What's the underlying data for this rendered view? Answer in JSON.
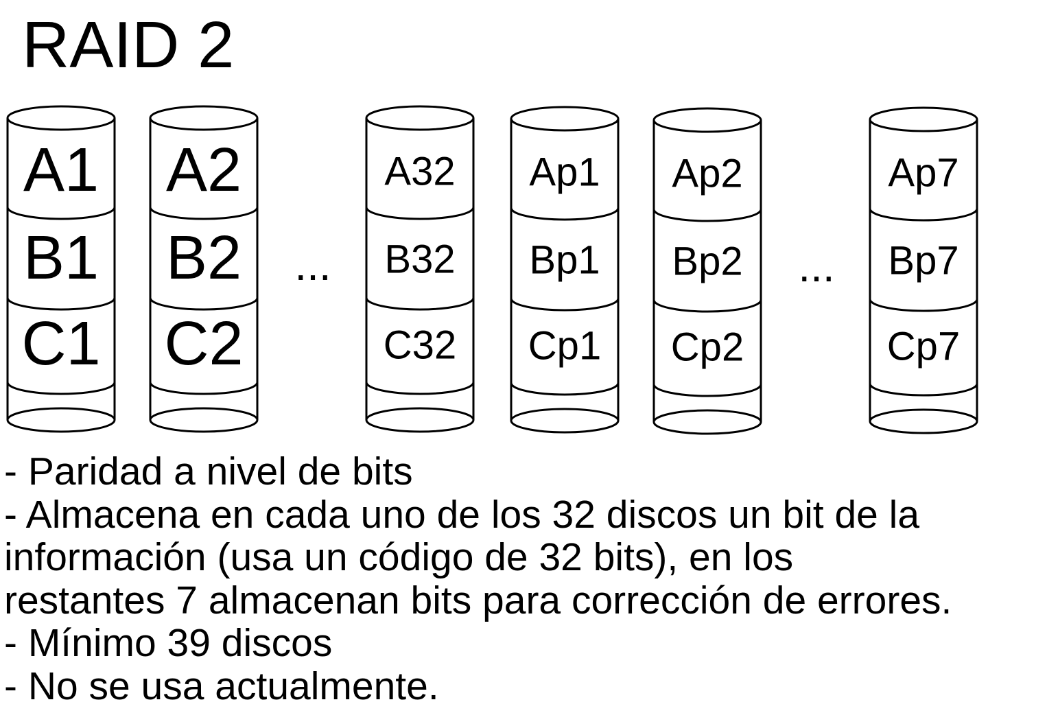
{
  "title": "RAID 2",
  "disks": [
    {
      "label": "disk-1",
      "cells": [
        "A1",
        "B1",
        "C1"
      ],
      "size": "large"
    },
    {
      "label": "disk-2",
      "cells": [
        "A2",
        "B2",
        "C2"
      ],
      "size": "large"
    },
    {
      "label": "disk-32",
      "cells": [
        "A32",
        "B32",
        "C32"
      ],
      "size": "small"
    },
    {
      "label": "disk-p1",
      "cells": [
        "Ap1",
        "Bp1",
        "Cp1"
      ],
      "size": "small"
    },
    {
      "label": "disk-p2",
      "cells": [
        "Ap2",
        "Bp2",
        "Cp2"
      ],
      "size": "small"
    },
    {
      "label": "disk-p7",
      "cells": [
        "Ap7",
        "Bp7",
        "Cp7"
      ],
      "size": "small"
    }
  ],
  "ellipses": [
    "...",
    "..."
  ],
  "notes": [
    "- Paridad a nivel de bits",
    "- Almacena en cada uno de los 32 discos un bit de la",
    "información (usa un código de 32 bits), en los",
    "restantes 7 almacenan bits para corrección de errores.",
    "- Mínimo 39 discos",
    "- No se usa actualmente."
  ]
}
